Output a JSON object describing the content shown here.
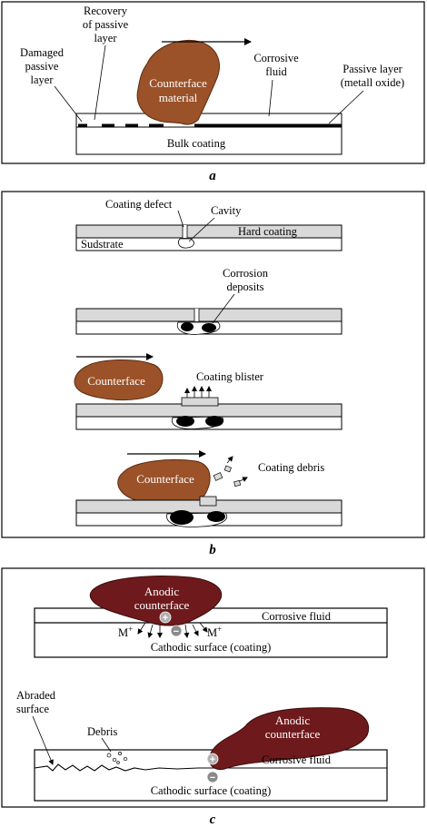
{
  "panel_a": {
    "caption": "a",
    "recovery_label": [
      "Recovery",
      "of passive",
      "layer"
    ],
    "damaged_label": [
      "Damaged",
      "passive",
      "layer"
    ],
    "counterface_label": [
      "Counterface",
      "material"
    ],
    "corrosive_label": [
      "Corrosive",
      "fluid"
    ],
    "passive_label": [
      "Passive layer",
      "(metall oxide)"
    ],
    "bulk_label": "Bulk coating"
  },
  "panel_b": {
    "caption": "b",
    "coating_defect": "Coating defect",
    "cavity": "Cavity",
    "hard_coating": "Hard coating",
    "substrate": "Sudstrate",
    "corrosion_deposits": [
      "Corrosion",
      "deposits"
    ],
    "counterface_1": "Counterface",
    "coating_blister": "Coating blister",
    "counterface_2": "Counterface",
    "coating_debris": "Coating debris"
  },
  "panel_c": {
    "caption": "c",
    "anodic_1": [
      "Anodic",
      "counterface"
    ],
    "plus_sign": "+",
    "minus_sign": "−",
    "m_plus_left": "M",
    "m_plus_right": "M",
    "m_plus_sup": "+",
    "corrosive_1": "Corrosive fluid",
    "cathodic_1": "Cathodic surface (coating)",
    "abraded": [
      "Abraded",
      "surface"
    ],
    "debris": "Debris",
    "anodic_2": [
      "Anodic",
      "counterface"
    ],
    "corrosive_2": "Corrosive fluid",
    "cathodic_2": "Cathodic surface (coating)"
  },
  "colors": {
    "counterface_brown": "#9b5229",
    "anodic_maroon": "#6e1a1c",
    "coating_gray": "#d9d9d9"
  }
}
